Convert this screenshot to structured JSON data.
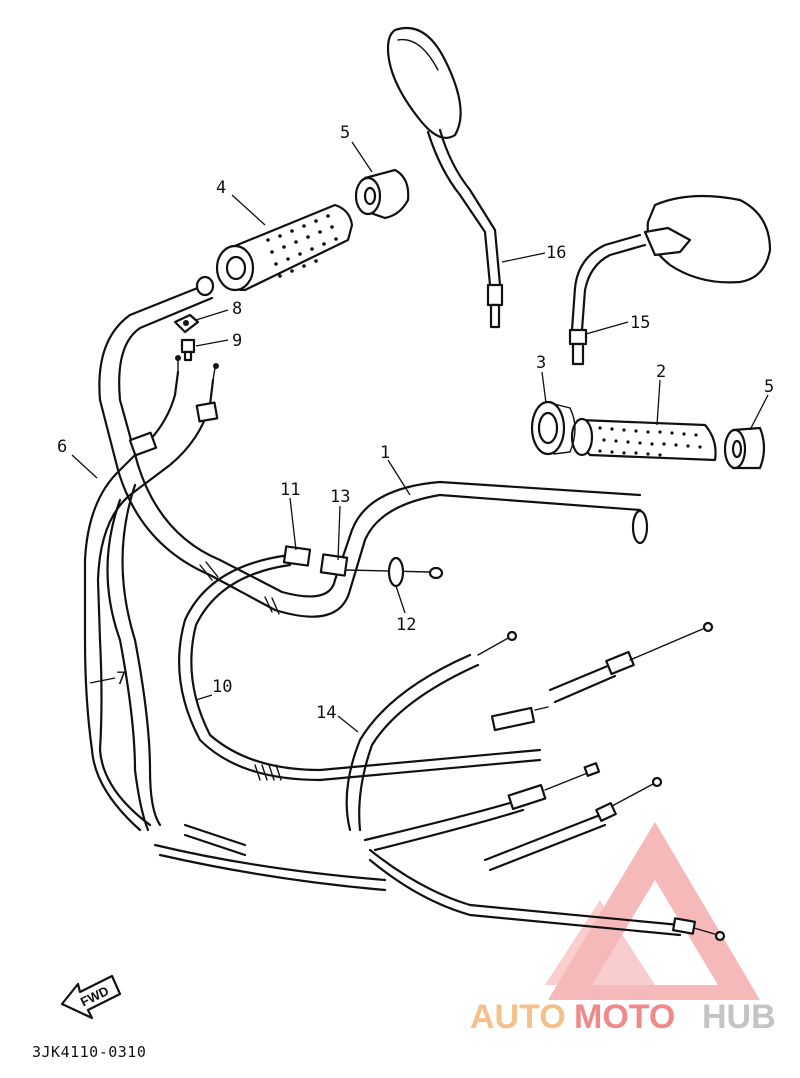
{
  "diagram_code": "3JK4110-0310",
  "fwd_label": "FWD",
  "callouts": [
    "1",
    "2",
    "3",
    "4",
    "5",
    "5",
    "6",
    "7",
    "8",
    "9",
    "10",
    "11",
    "12",
    "13",
    "14",
    "15",
    "16"
  ],
  "watermark": {
    "auto": "AUTO",
    "moto": "MOTO",
    "hub": "HUB",
    "color_auto": "#f5c08a",
    "color_moto": "#f08a8a",
    "color_hub": "#c8c8c8"
  }
}
